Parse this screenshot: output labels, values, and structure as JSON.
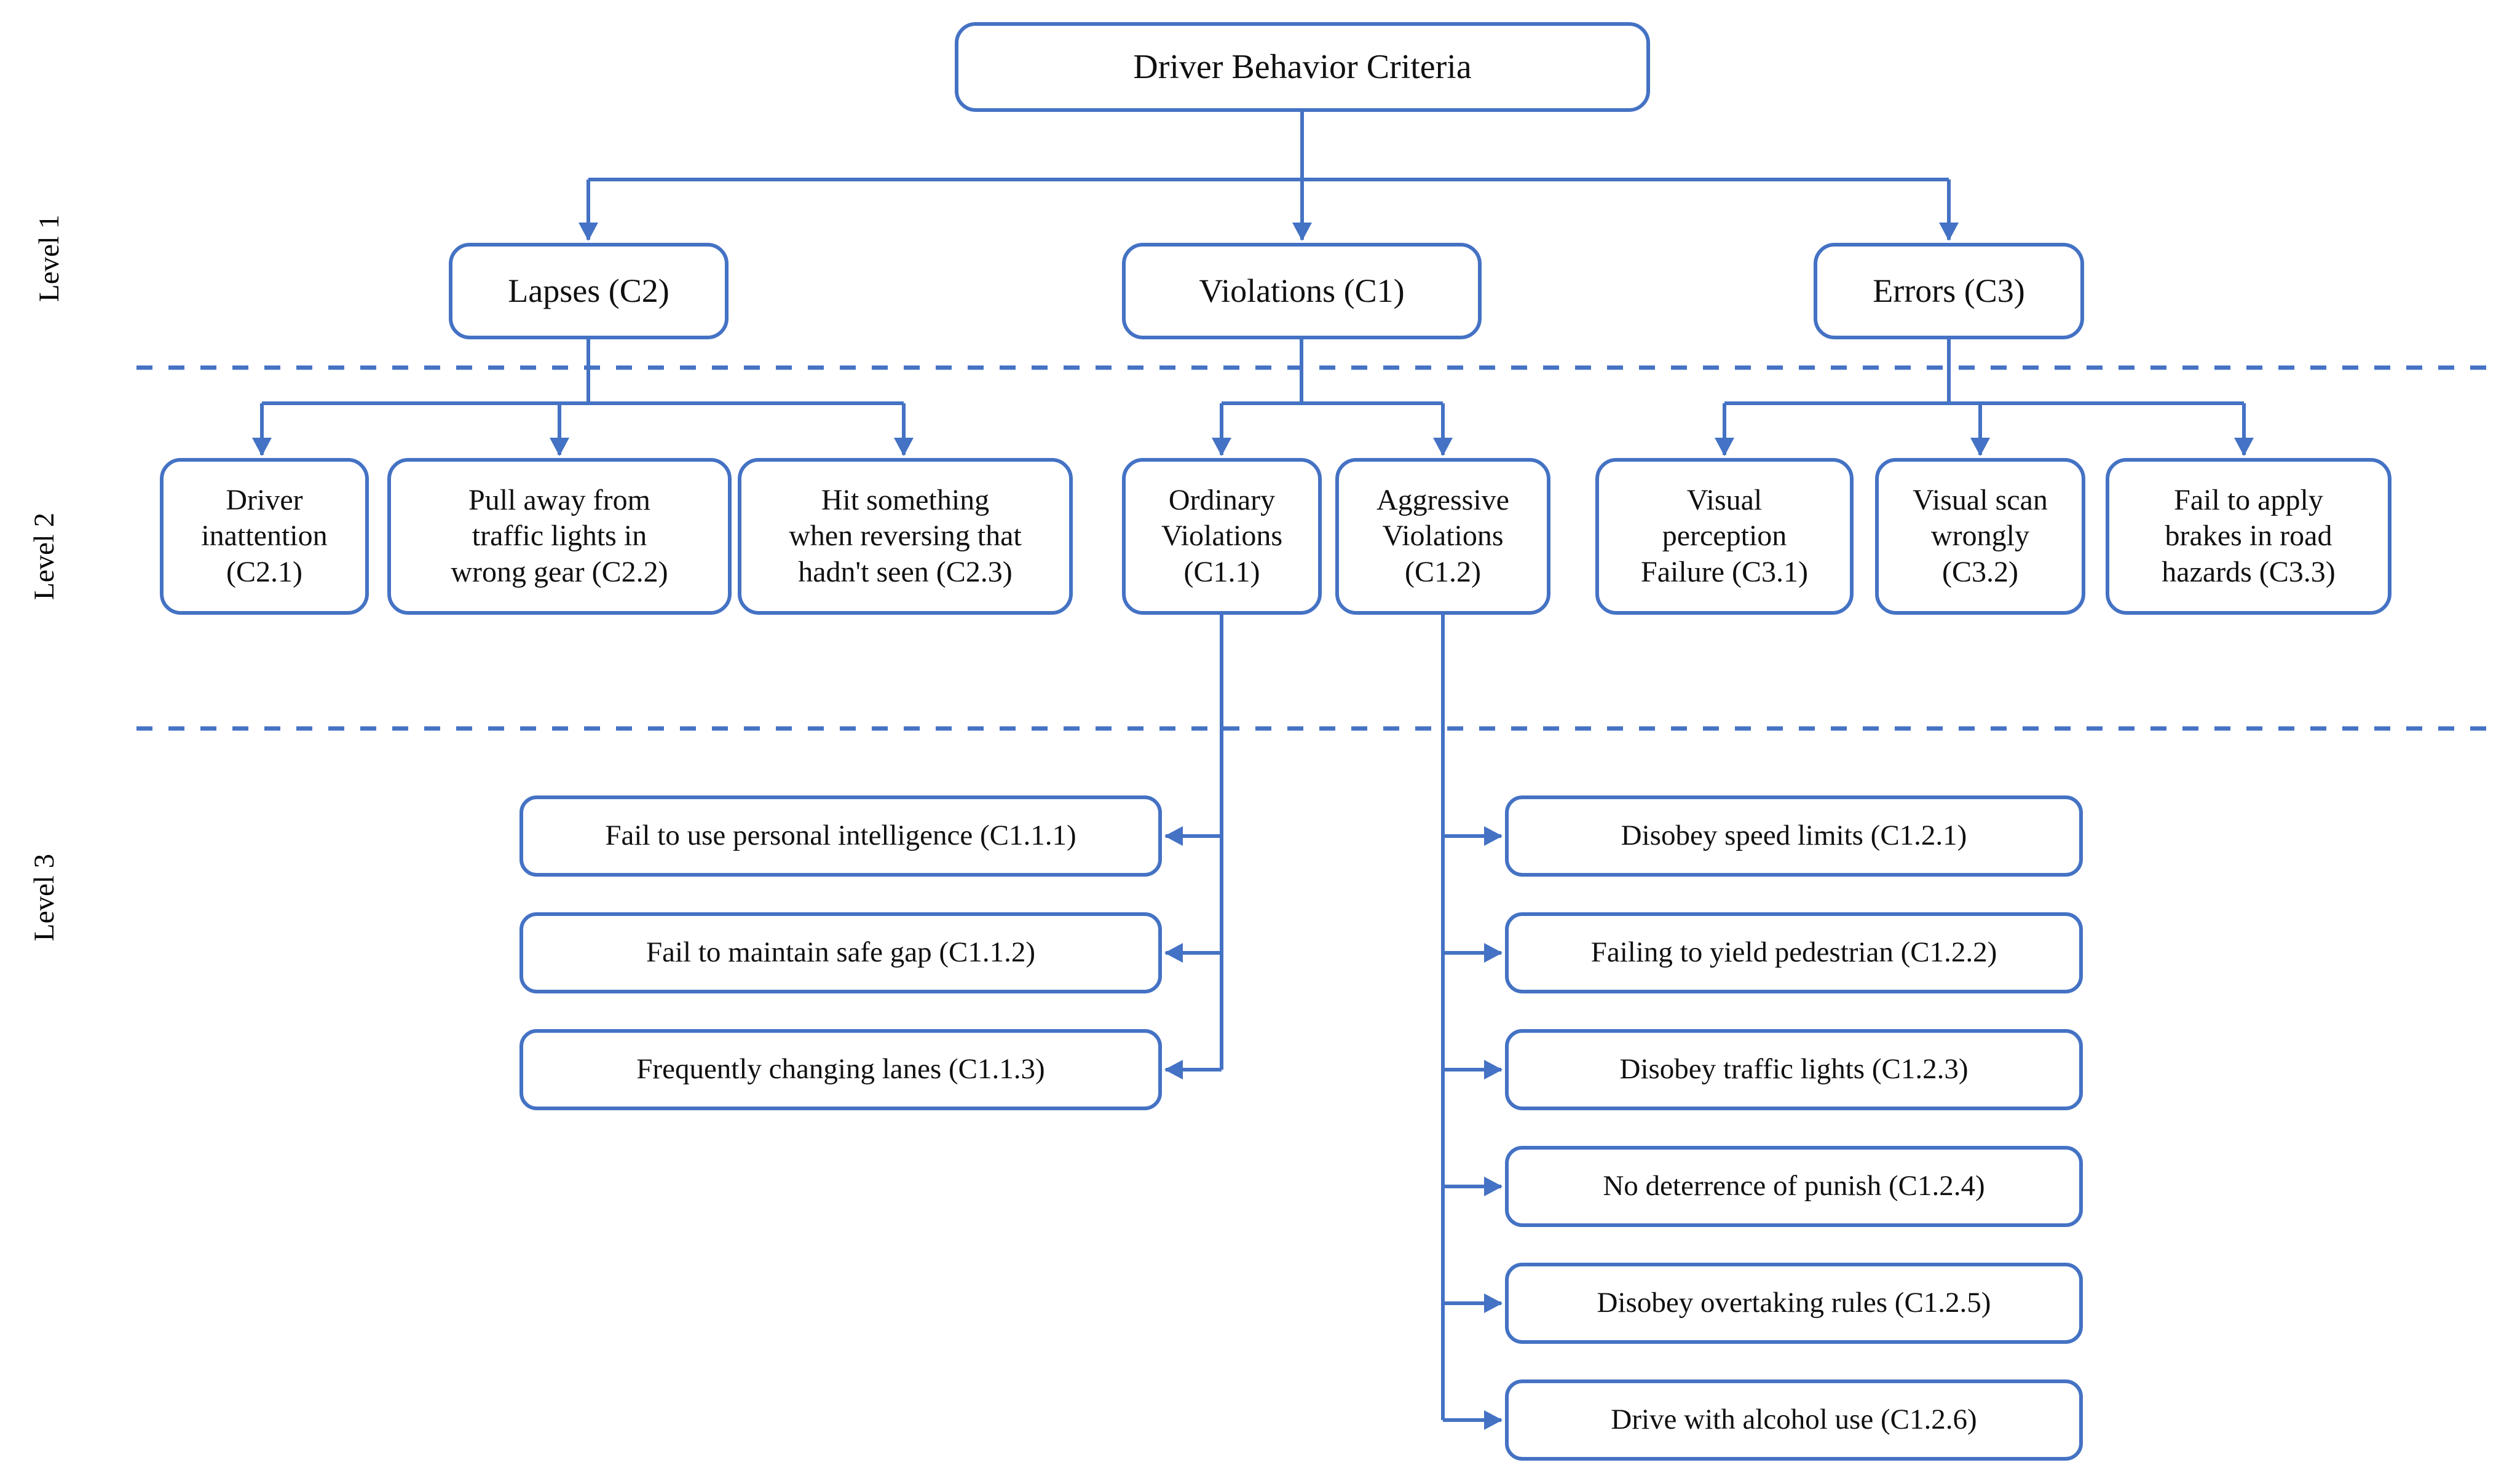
{
  "figure": {
    "background": "#ffffff",
    "accent_color": "#4472C4",
    "text_color": "#101010"
  },
  "level_labels": [
    {
      "label": "Level 1"
    },
    {
      "label": "Level 2"
    },
    {
      "label": "Level 3"
    }
  ],
  "nodes": {
    "root": {
      "label": "Driver Behavior Criteria"
    },
    "lapses": {
      "label": "Lapses (C2)"
    },
    "violations": {
      "label": "Violations (C1)"
    },
    "errors": {
      "label": "Errors (C3)"
    },
    "c21": {
      "label": "Driver\ninattention\n(C2.1)"
    },
    "c22": {
      "label": "Pull away from\ntraffic lights in\nwrong gear (C2.2)"
    },
    "c23": {
      "label": "Hit something\nwhen reversing that\nhadn't seen (C2.3)"
    },
    "c11": {
      "label": "Ordinary\nViolations\n(C1.1)"
    },
    "c12": {
      "label": "Aggressive\nViolations\n(C1.2)"
    },
    "c31": {
      "label": "Visual\nperception\nFailure (C3.1)"
    },
    "c32": {
      "label": "Visual scan\nwrongly\n(C3.2)"
    },
    "c33": {
      "label": "Fail to apply\nbrakes in road\nhazards (C3.3)"
    },
    "c111": {
      "label": "Fail to use personal intelligence (C1.1.1)"
    },
    "c112": {
      "label": "Fail to maintain safe gap (C1.1.2)"
    },
    "c113": {
      "label": "Frequently changing lanes (C1.1.3)"
    },
    "c121": {
      "label": "Disobey speed limits (C1.2.1)"
    },
    "c122": {
      "label": "Failing to yield pedestrian (C1.2.2)"
    },
    "c123": {
      "label": "Disobey traffic lights (C1.2.3)"
    },
    "c124": {
      "label": "No deterrence of punish (C1.2.4)"
    },
    "c125": {
      "label": "Disobey overtaking rules (C1.2.5)"
    },
    "c126": {
      "label": "Drive with alcohol use (C1.2.6)"
    }
  }
}
